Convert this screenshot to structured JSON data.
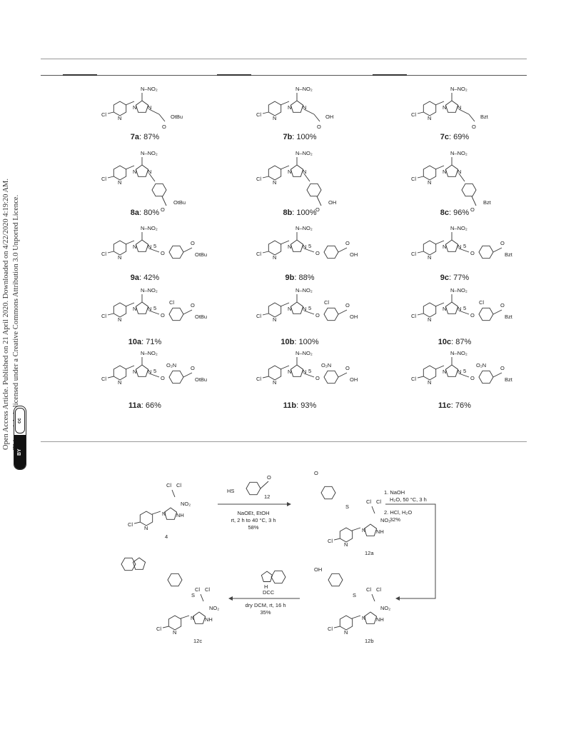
{
  "margin_note": {
    "line1": "Open Access Article. Published on 21 April 2020. Downloaded on 4/22/2020 4:19:20 AM.",
    "line2": "This article is licensed under a Creative Commons Attribution 3.0 Unported Licence.",
    "license_badge_cc": "cc",
    "license_badge_by": "BY"
  },
  "compounds": [
    {
      "id": "7a",
      "value": "87%",
      "tail": "OtBu"
    },
    {
      "id": "7b",
      "value": "100%",
      "tail": "OH"
    },
    {
      "id": "7c",
      "value": "69%",
      "tail": "Bzt"
    },
    {
      "id": "8a",
      "value": "80%",
      "tail": "OtBu"
    },
    {
      "id": "8b",
      "value": "100%",
      "tail": "OH"
    },
    {
      "id": "8c",
      "value": "96%",
      "tail": "Bzt"
    },
    {
      "id": "9a",
      "value": "42%",
      "tail": "OtBu"
    },
    {
      "id": "9b",
      "value": "88%",
      "tail": "OH"
    },
    {
      "id": "9c",
      "value": "77%",
      "tail": "Bzt"
    },
    {
      "id": "10a",
      "value": "71%",
      "tail": "OtBu"
    },
    {
      "id": "10b",
      "value": "100%",
      "tail": "OH"
    },
    {
      "id": "10c",
      "value": "87%",
      "tail": "Bzt"
    },
    {
      "id": "11a",
      "value": "66%",
      "tail": "OtBu"
    },
    {
      "id": "11b",
      "value": "93%",
      "tail": "OH"
    },
    {
      "id": "11c",
      "value": "76%",
      "tail": "Bzt"
    }
  ],
  "scheme": {
    "start_compound": "4",
    "reagent_12": "12",
    "step1_line1": "NaOEt, EtOH",
    "step1_line2": "rt, 2 h to 40 °C, 3 h",
    "step1_yield": "58%",
    "intermediate_12a": "12a",
    "step2_line1": "1. NaOH",
    "step2_line2": "H₂O, 50 °C, 3 h",
    "step2_line3": "2. HCl, H₂O",
    "step2_yield": "32%",
    "intermediate_12b": "12b",
    "reagent_dcc": "DCC",
    "step3_line1": "dry DCM, rt, 16 h",
    "step3_yield": "35%",
    "product_12c": "12c"
  },
  "atoms": {
    "cl": "Cl",
    "n": "N",
    "nh": "NH",
    "no2": "NO₂",
    "n_no2": "N–NO₂",
    "o": "O",
    "o2n": "O₂N",
    "s": "S",
    "hs": "HS",
    "h": "H",
    "n5": "5",
    "oh": "OH"
  }
}
